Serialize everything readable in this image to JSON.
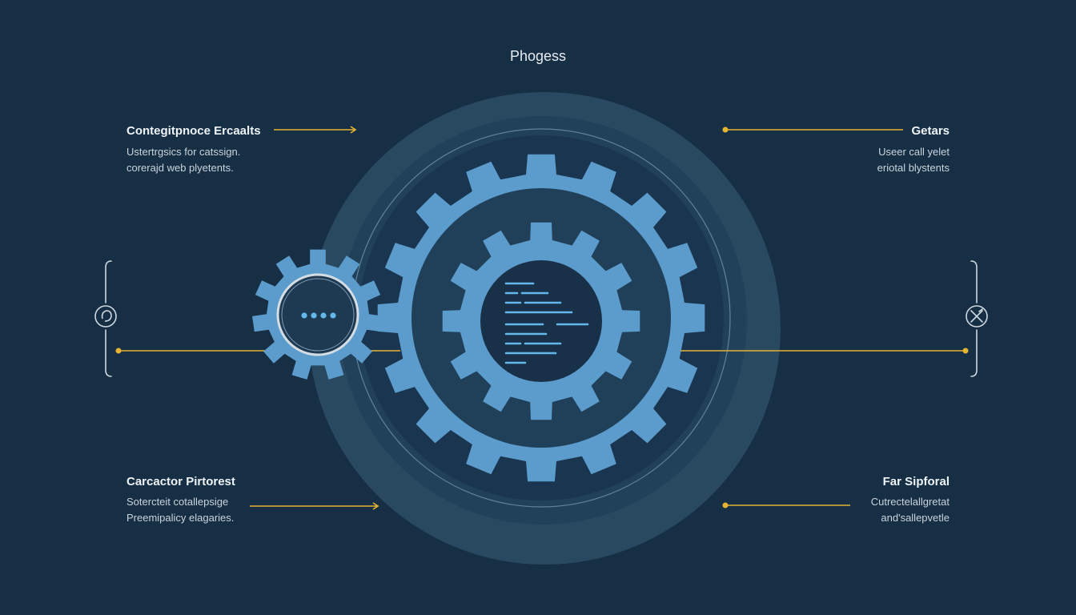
{
  "title": "Phogess",
  "callouts": {
    "top_left": {
      "heading": "Contegitpnoce Ercaalts",
      "line1": "Ustertrgsics for catssign.",
      "line2": "corerajd web plyetents."
    },
    "top_right": {
      "heading": "Getars",
      "line1": "Useer call yelet",
      "line2": "eriotal blystents"
    },
    "bottom_left": {
      "heading": "Carcactor Pirtorest",
      "line1": "Sotercteit cotallepsige",
      "line2": "Preemipalicy elagaries."
    },
    "bottom_right": {
      "heading": "Far Sipforal",
      "line1": "Cutrectelallgretat",
      "line2": "and'sallepvetle"
    }
  },
  "icons": {
    "left": "swirl-icon",
    "right": "tools-icon",
    "small_gear": "ellipsis-icon",
    "large_gear": "document-lines-icon"
  },
  "colors": {
    "background": "#172f44",
    "gear": "#5c9ccc",
    "accent": "#e6b432",
    "ring": "#4d7594",
    "code_lines": "#63b7ea"
  }
}
